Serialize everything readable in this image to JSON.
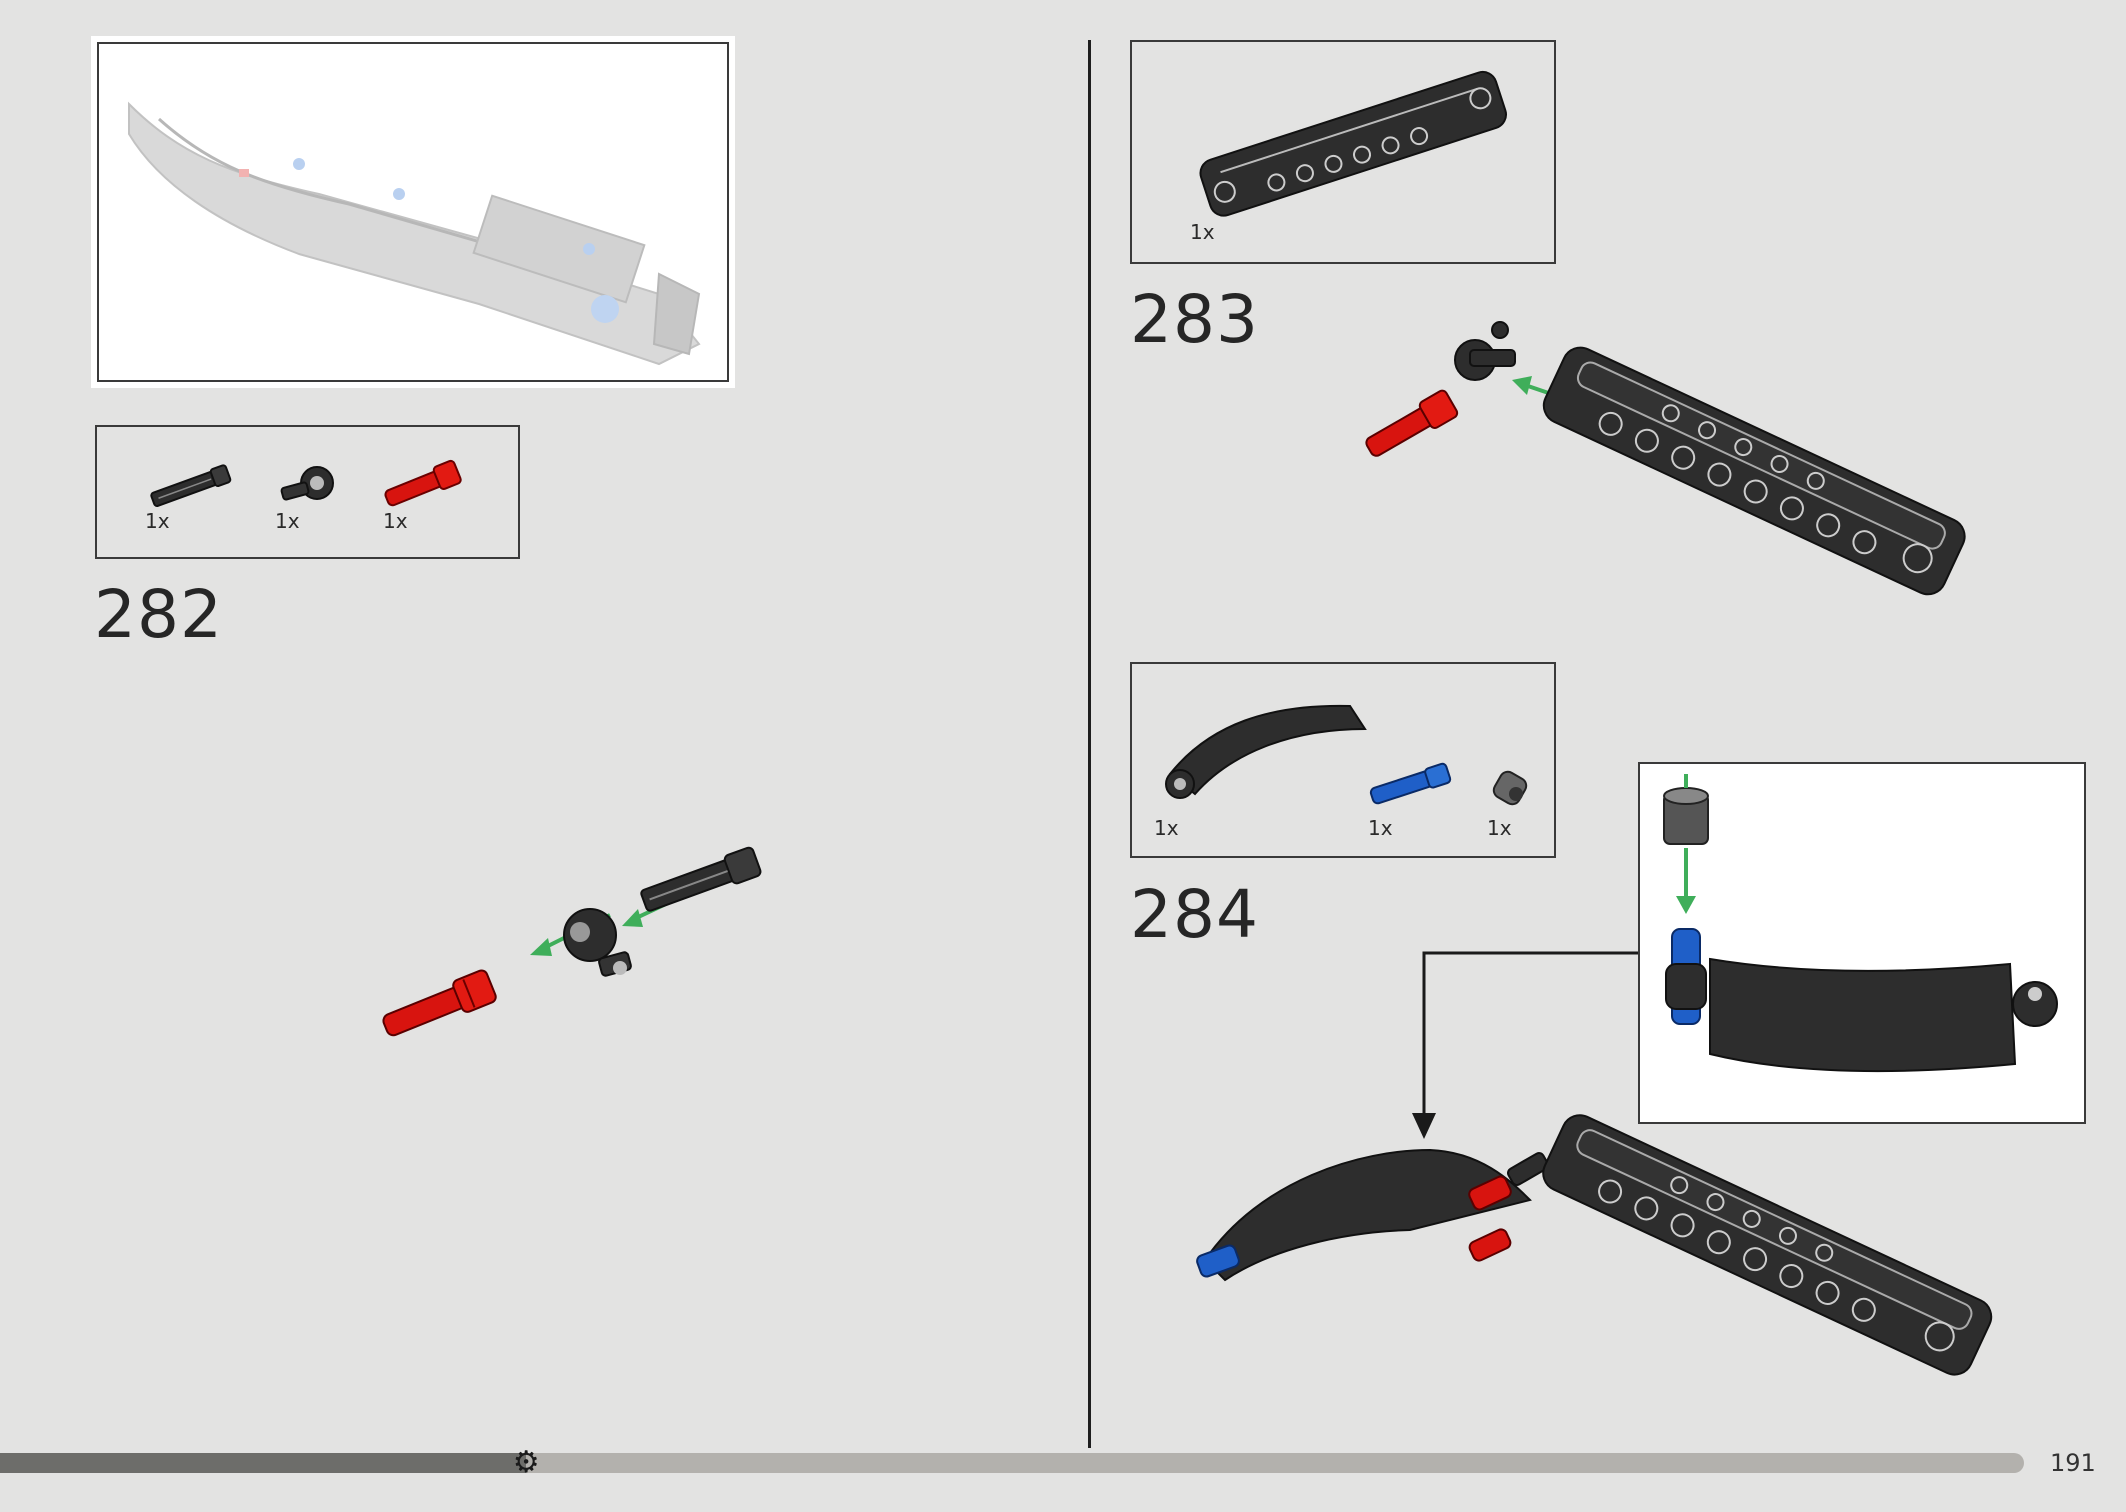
{
  "step_282": {
    "number": "282",
    "parts": [
      {
        "name": "axle-with-pin",
        "qty": "1x"
      },
      {
        "name": "pin-connector",
        "qty": "1x"
      },
      {
        "name": "red-pin-long",
        "qty": "1x"
      }
    ]
  },
  "step_283": {
    "number": "283",
    "parts": [
      {
        "name": "beam-panel",
        "qty": "1x"
      }
    ]
  },
  "step_284": {
    "number": "284",
    "parts": [
      {
        "name": "curved-panel",
        "qty": "1x"
      },
      {
        "name": "blue-pin",
        "qty": "1x"
      },
      {
        "name": "bush",
        "qty": "1x"
      }
    ]
  },
  "page": {
    "number": "191",
    "progress": 0.26
  },
  "colors": {
    "background": "#e3e3e2",
    "part_black": "#2d2d2d",
    "part_red": "#d8140f",
    "part_blue": "#1f5fc8",
    "arrow_green": "#3fae5a"
  }
}
